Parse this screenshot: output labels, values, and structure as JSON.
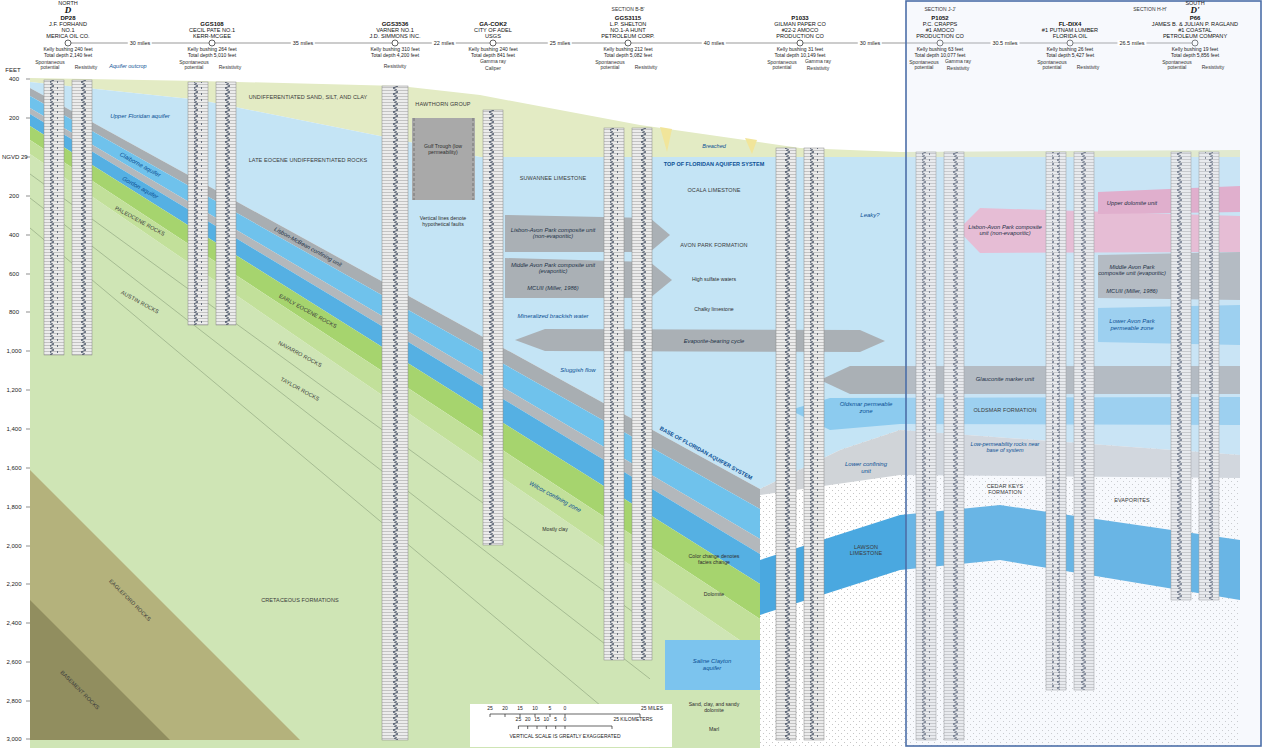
{
  "diagram": {
    "labels": [
      "NORTH",
      "D",
      "DP28",
      "J.F. FORHAND",
      "NO.1",
      "MERICA OIL CO.",
      "Kelly bushing 240 feet",
      "Total depth 2,140 feet",
      "Spontaneous potential",
      "Resistivity",
      "30 miles",
      "GGS108",
      "CECIL PATE NO.1",
      "KERR-MCGEE",
      "Kelly bushing 264 feet",
      "Total depth 5,010 feet",
      "Spontaneous potential",
      "Resistivity",
      "35 miles",
      "GGS3536",
      "VARNER NO.1",
      "J.D. SIMMONS INC.",
      "Kelly bushing 310 feet",
      "Total depth 4,200 feet",
      "Resistivity",
      "22 miles",
      "GA-COK2",
      "CITY OF ADEL",
      "USGS",
      "Kelly bushing 240 feet",
      "Total depth 841 feet",
      "Gamma ray",
      "Caliper",
      "25 miles",
      "SECTION B-B'",
      "GGS3115",
      "L.P. SHELTON",
      "NO.1-A HUNT",
      "PETROLEUM CORP.",
      "Kelly bushing 212 feet",
      "Total depth 5,082 feet",
      "Spontaneous potential",
      "Resistivity",
      "40 miles",
      "P1033",
      "GILMAN PAPER CO",
      "#22-2 AMOCO",
      "PRODUCTION CO",
      "Kelly bushing 31 feet",
      "Total depth 10,149 feet",
      "Spontaneous potential",
      "Gamma ray",
      "Resistivity",
      "30 miles",
      "SECTION J-J'",
      "P1052",
      "P.C. CRAPPS",
      "#1 AMOCO",
      "PRODUCTION CO",
      "Kelly bushing 63 feet",
      "Total depth 10,077 feet",
      "Spontaneous potential",
      "Gamma ray",
      "Resistivity",
      "30.5 miles",
      "FL-DIX4",
      "#1 PUTNAM LUMBER",
      "FLORIDA OIL",
      "Kelly bushing 26 feet",
      "Total depth 5,427 feet",
      "Spontaneous potential",
      "Resistivity",
      "26.5 miles",
      "SOUTH",
      "D'",
      "SECTION H-H'",
      "P66",
      "JAMES B. & JULIAN P. RAGLAND",
      "#1 COASTAL",
      "PETROLEUM COMPANY",
      "Kelly bushing 19 feet",
      "Total depth 5,856 feet",
      "Spontaneous potential",
      "Resistivity",
      "FEET",
      "400",
      "200",
      "NGVD 29",
      "200",
      "400",
      "600",
      "800",
      "1,000",
      "1,200",
      "1,400",
      "1,600",
      "1,800",
      "2,000",
      "2,200",
      "2,400",
      "2,600",
      "2,800",
      "3,000",
      "Aquifer outcrop",
      "UNDIFFERENTIATED SAND, SILT, AND CLAY",
      "Upper Floridan aquifer",
      "LATE EOCENE UNDIFFERENTIATED ROCKS",
      "Lisbon-McBean confining unit",
      "Claiborne aquifer",
      "Gordon aquifer",
      "PALEOCENE ROCKS",
      "EARLY EOCENE ROCKS",
      "NAVARRO ROCKS",
      "TAYLOR ROCKS",
      "AUSTIN ROCKS",
      "EAGLEFORD ROCKS",
      "BASEMENT ROCKS",
      "CRETACEOUS FORMATIONS",
      "HAWTHORN GROUP",
      "Gulf Trough (low permeability)",
      "Vertical lines denote hypothetical faults",
      "SUWANNEE LIMESTONE",
      "TOP OF FLORIDAN AQUIFER SYSTEM",
      "OCALA LIMESTONE",
      "Breached",
      "AVON PARK FORMATION",
      "Lisbon-Avon Park composite unit (non-evaporitic)",
      "Middle Avon Park composite unit (evaporitic)",
      "MCUII (Miller, 1986)",
      "Mineralized brackish water",
      "Evaporite-bearing cycle",
      "Chalky limestone",
      "High sulfate waters",
      "Sluggish flow",
      "BASE OF FLORIDAN AQUIFER SYSTEM",
      "Wilcox confining zone",
      "Mostly clay",
      "Color change denotes facies change",
      "Dolomite",
      "Saline Clayton aquifer",
      "Sand, clay, and sandy dolomite",
      "Marl",
      "Leaky?",
      "Lisbon-Avon Park composite unit (non-evaporitic)",
      "Upper dolomite unit",
      "Middle Avon Park composite unit (evaporitic)",
      "MCUII (Miller, 1986)",
      "Lower Avon Park permeable zone",
      "Glauconite marker unit",
      "Oldsmar permeable zone",
      "OLDSMAR FORMATION",
      "Low-permeability rocks near base of system",
      "Lower confining unit",
      "CEDAR KEYS FORMATION",
      "EVAPORITES",
      "LAWSON LIMESTONE",
      "25",
      "20",
      "15",
      "10",
      "5",
      "0",
      "25 MILES",
      "25",
      "20",
      "15",
      "10",
      "5",
      "0",
      "25 KILOMETERS",
      "VERTICAL SCALE IS GREATLY EXAGGERATED"
    ]
  }
}
